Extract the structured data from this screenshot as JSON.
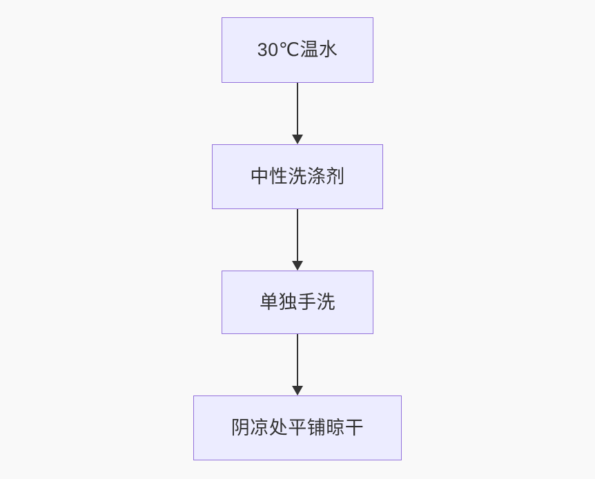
{
  "diagram": {
    "type": "flowchart",
    "direction": "top-down",
    "title": "",
    "nodes": [
      {
        "id": "A",
        "label": "30℃温水"
      },
      {
        "id": "B",
        "label": "中性洗涤剂"
      },
      {
        "id": "C",
        "label": "单独手洗"
      },
      {
        "id": "D",
        "label": "阴凉处平铺晾干"
      }
    ],
    "edges": [
      {
        "from": "A",
        "to": "B",
        "style": "solid-arrow"
      },
      {
        "from": "B",
        "to": "C",
        "style": "solid-arrow"
      },
      {
        "from": "C",
        "to": "D",
        "style": "solid-arrow"
      }
    ],
    "colors": {
      "background": "#f9f9f9",
      "node_fill": "#ececff",
      "node_border": "#9370db",
      "arrow": "#333333",
      "text": "#333333"
    }
  }
}
